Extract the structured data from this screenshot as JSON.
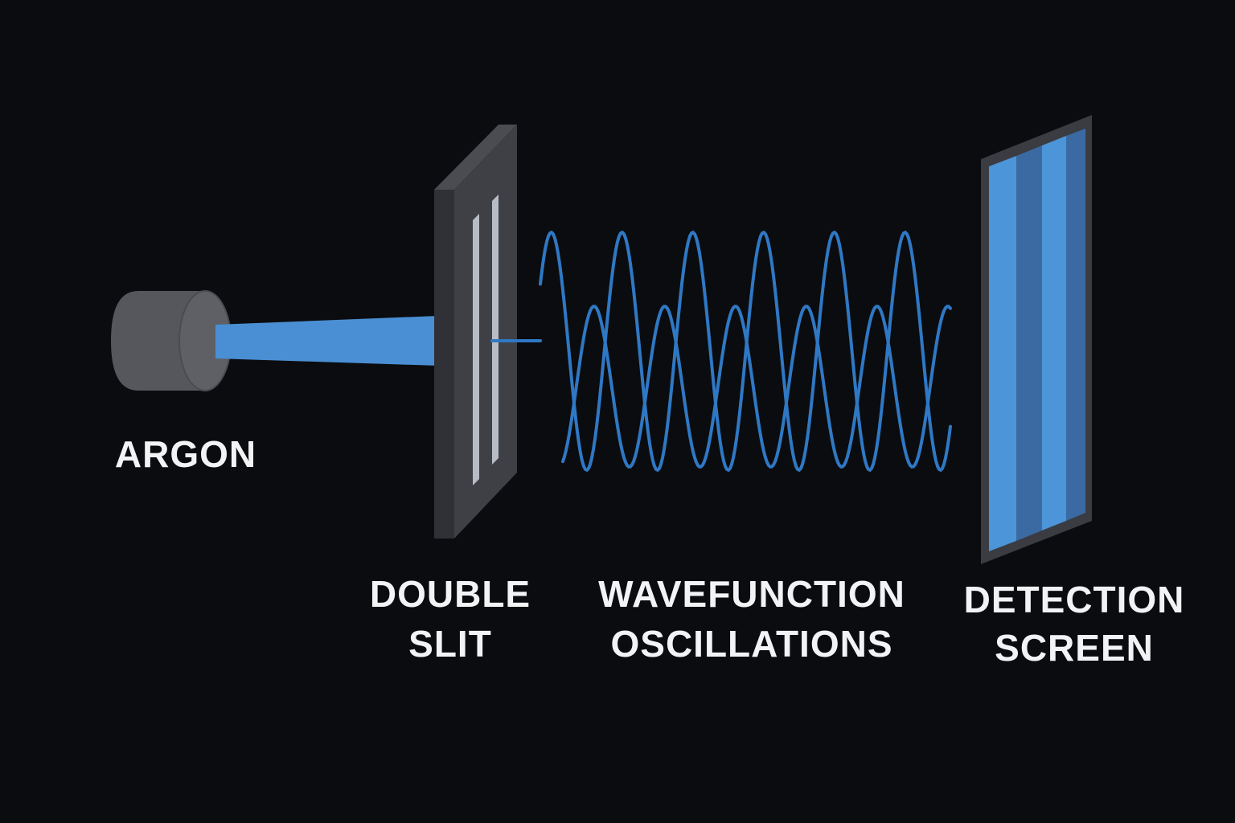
{
  "labels": {
    "source": "ARGON",
    "slit_line1": "DOUBLE",
    "slit_line2": "SLIT",
    "wave_line1": "WAVEFUNCTION",
    "wave_line2": "OSCILLATIONS",
    "screen_line1": "DETECTION",
    "screen_line2": "SCREEN"
  },
  "colors": {
    "background": "#0b0c0f",
    "beam": "#4a8fd4",
    "wave": "#2f78c4",
    "source_body": "#55575c",
    "source_face": "#66686d",
    "slit_plate_front": "#2e3035",
    "slit_plate_side": "#3e4046",
    "slit_opening": "#b8bcc4",
    "screen_frame": "#3a3c42",
    "screen_band_light": "#4c95d8",
    "screen_band_dark": "#3b6aa3",
    "label_text": "#f2f3f5"
  }
}
